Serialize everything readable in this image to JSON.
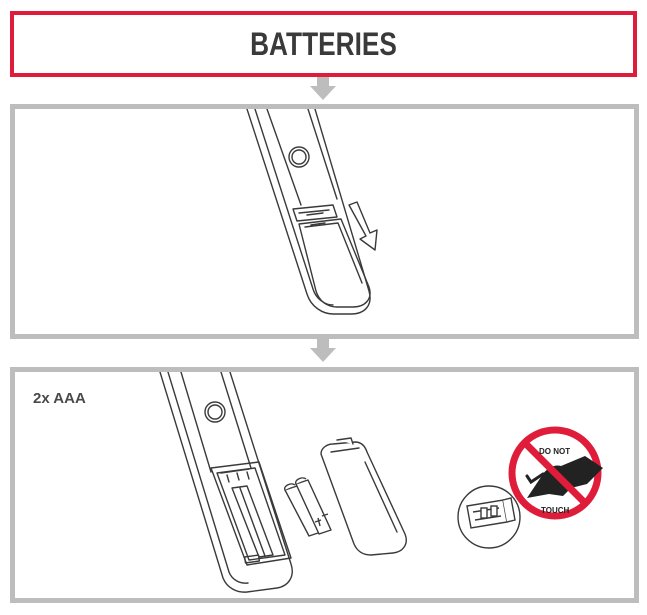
{
  "header": {
    "title": "BATTERIES"
  },
  "step2": {
    "battery_label": "2x AAA"
  },
  "warning": {
    "line1": "DO NOT",
    "line2": "TOUCH"
  },
  "colors": {
    "accent": "#e01c3b",
    "frame": "#bdbdbd",
    "line": "#3a3a3a"
  },
  "icons": [
    "down-arrow-icon",
    "slide-arrow-icon",
    "remote-illustration",
    "battery-illustration",
    "no-touch-sign-icon",
    "battery-contacts-icon"
  ]
}
